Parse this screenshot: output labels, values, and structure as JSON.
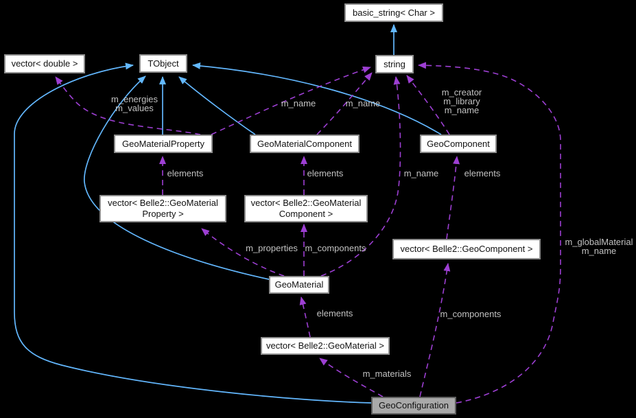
{
  "diagram": {
    "type": "class-collaboration-graph",
    "background_color": "#000000",
    "colors": {
      "inheritance_edge": "#63b8ff",
      "usage_edge": "#9d3fd3",
      "edge_label_text": "#c2c2c2",
      "node_background": "#ffffff",
      "node_border": "#8e8e8e",
      "node_text": "#111111",
      "current_node_background": "#a9a9a9",
      "current_node_border": "#5e5e5e"
    },
    "nodes": {
      "basic_string": {
        "label": "basic_string< Char >"
      },
      "string": {
        "label": "string"
      },
      "vector_double": {
        "label": "vector< double >"
      },
      "tobject": {
        "label": "TObject"
      },
      "geo_material_property": {
        "label": "GeoMaterialProperty"
      },
      "geo_material_component": {
        "label": "GeoMaterialComponent"
      },
      "geo_component": {
        "label": "GeoComponent"
      },
      "vec_material_property": {
        "line1": "vector< Belle2::GeoMaterial",
        "line2": "Property >"
      },
      "vec_material_component": {
        "line1": "vector< Belle2::GeoMaterial",
        "line2": "Component >"
      },
      "vec_component": {
        "label": "vector< Belle2::GeoComponent >"
      },
      "geo_material": {
        "label": "GeoMaterial"
      },
      "vec_material": {
        "label": "vector< Belle2::GeoMaterial >"
      },
      "geo_configuration": {
        "label": "GeoConfiguration"
      }
    },
    "edge_labels": {
      "energies": {
        "line1": "m_energies",
        "line2": "m_values"
      },
      "name_property": {
        "label": "m_name"
      },
      "name_component": {
        "label": "m_name"
      },
      "creator": {
        "line1": "m_creator",
        "line2": "m_library",
        "line3": "m_name"
      },
      "elements_property": {
        "label": "elements"
      },
      "elements_component": {
        "label": "elements"
      },
      "name_material": {
        "label": "m_name"
      },
      "elements_geocomponent": {
        "label": "elements"
      },
      "properties": {
        "label": "m_properties"
      },
      "components_material": {
        "label": "m_components"
      },
      "global_material": {
        "line1": "m_globalMaterial",
        "line2": "m_name"
      },
      "elements_material": {
        "label": "elements"
      },
      "components_config": {
        "label": "m_components"
      },
      "materials": {
        "label": "m_materials"
      }
    }
  }
}
